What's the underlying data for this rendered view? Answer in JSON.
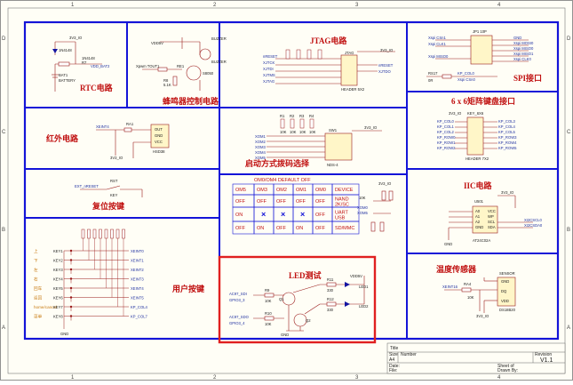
{
  "schematic": {
    "blocks": {
      "rtc": "RTC电路",
      "buzzer": "蜂鸣器控制电路",
      "jtag": "JTAG电路",
      "spi": "SPI接口",
      "ir": "红外电路",
      "boot": "启动方式拨码选择",
      "keypad": "6 x 6矩阵键盘接口",
      "reset": "复位按键",
      "iic": "IIC电路",
      "userkey": "用户按键",
      "led": "LED测试",
      "temp": "温度传感器"
    },
    "boot_table": {
      "title": "OM0/OM4 DEFAULT OFF",
      "headers": [
        "OM5",
        "OM3",
        "OM2",
        "OM1",
        "OM0",
        "DEVICE"
      ],
      "rows": [
        [
          "OFF",
          "OFF",
          "OFF",
          "OFF",
          "OFF",
          "NAND 2K/SC"
        ],
        [
          "ON",
          "×",
          "×",
          "×",
          "OFF",
          "UART USB"
        ],
        [
          "OFF",
          "ON",
          "OFF",
          "ON",
          "OFF",
          "SD/MMC"
        ]
      ]
    },
    "key_labels": [
      "上",
      "下",
      "左",
      "右",
      "回车",
      "返回",
      "home/cancel",
      "菜单"
    ],
    "key_nets": [
      "KEY1",
      "KEY2",
      "KEY3",
      "KEY4",
      "KEY5",
      "KEY6",
      "KEY7",
      "KEY8"
    ],
    "key_xeint": [
      "XEINT0",
      "XEINT1",
      "XEINT2",
      "XEINT3",
      "XEINT4",
      "XEINT5",
      "KP_COL4",
      "KP_COL7"
    ],
    "rtc": {
      "vcc": "3V3_IO",
      "diode1": "1N4148",
      "diode2": "1N4148",
      "r": "R7",
      "battery": "BATTERY",
      "bat": "BAT1",
      "net": "VDD_BAT2"
    },
    "buzzer": {
      "vdd": "VDD5V",
      "part": "BUZZER",
      "net": "Xpwm TOUT1",
      "r1": "RE1",
      "r1v": "5.1K",
      "q": "S8050",
      "r2": "R8",
      "r2v": "5.1K"
    },
    "jtag": {
      "net_left": [
        "nRESET",
        "XJTCK",
        "XJTDI",
        "XJTMS",
        "XJTAG"
      ],
      "header": "HEADER 5X2",
      "vcc": "3V3_IO",
      "net_right": [
        "nRESET",
        "XJTDO"
      ],
      "part": "JTAG"
    },
    "spi": {
      "header": "JP1  10P",
      "left": [
        "Xspi CSn1",
        "Xspi CLK1",
        "Xspi MISO0"
      ],
      "right": [
        "GND",
        "Xspi MOSI0",
        "Xspi MISO0",
        "Xspi MISO1",
        "Xspi CLK0"
      ],
      "r": "RS17",
      "rv": "0R",
      "net": "KP_COL0",
      "net2": "Xspi CSn0"
    },
    "ir": {
      "net": "XEINT4",
      "r": "RA1",
      "part": "HSD38",
      "pins": [
        "OUT",
        "GND",
        "VCC"
      ],
      "vcc": "3V3_IO"
    },
    "boot_sw": {
      "vcc": "3V3_IO",
      "nets": [
        "XOM1",
        "XOM2",
        "XOM3",
        "XOM4",
        "XOM5"
      ],
      "part": "NDS-4",
      "sw": "SW1",
      "resistors": [
        "R1",
        "R2",
        "R3",
        "R4"
      ],
      "rv": "10K"
    },
    "keypad": {
      "header": "HEADER 7X2",
      "part": "KEY_6X6",
      "vcc": "3V3_IO",
      "left": [
        "KP_COL0",
        "KP_COL1",
        "KP_COL2",
        "KP_ROW0",
        "KP_ROW1",
        "KP_ROW2"
      ],
      "right": [
        "KP_COL3",
        "KP_COL4",
        "KP_COL5",
        "KP_ROW3",
        "KP_ROW4",
        "KP_ROW5"
      ]
    },
    "reset_sw": {
      "net": "EXT_nRESET",
      "sw": "RST",
      "label": "KEY"
    },
    "iic": {
      "vcc": "3V3_IO",
      "chip": "AT24C02A",
      "u": "U501",
      "pins_l": [
        "A0",
        "A1",
        "A2",
        "GND"
      ],
      "pins_r": [
        "VCC",
        "WP",
        "SCL",
        "SDA"
      ],
      "nets": [
        "XI2CSCL0",
        "XI2CSDA0"
      ],
      "nets_l": [
        "XOM0",
        "XOM5"
      ],
      "rv": "10K"
    },
    "led": {
      "vdd": "VDD5V",
      "nets": [
        "AC97_SDI",
        "GPIO3_3",
        "AC97_SDO",
        "GPIO3_4"
      ],
      "leds": [
        "LED1",
        "LED2"
      ],
      "q": [
        "Q1",
        "Q2"
      ],
      "r": [
        "R9",
        "R10",
        "R11",
        "R12"
      ],
      "rv": "10K",
      "rv2": "330"
    },
    "temp": {
      "sensor": "SENSOR",
      "part": "DS18B20",
      "net": "XEINT16",
      "r": "RA4",
      "rv": "10K",
      "pins": [
        "GND",
        "DQ",
        "VDD"
      ],
      "vcc": "3V3_IO"
    },
    "titleblock": {
      "title_label": "Title",
      "size_label": "Size",
      "size": "A4",
      "number_label": "Number",
      "revision_label": "Revision",
      "revision": "V1.1",
      "date_label": "Date:",
      "file_label": "File:",
      "sheet_label": "Sheet of",
      "drawn_label": "Drawn By:"
    },
    "edge_cols": [
      "1",
      "2",
      "3",
      "4"
    ],
    "edge_rows": [
      "A",
      "B",
      "C",
      "D"
    ],
    "gnd": "GND"
  }
}
